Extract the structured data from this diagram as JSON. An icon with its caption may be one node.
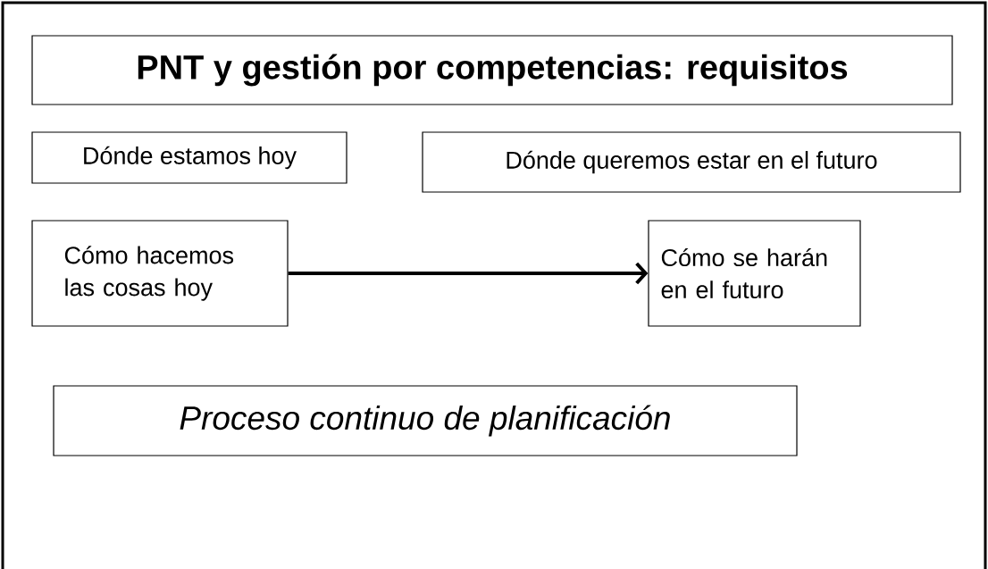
{
  "diagram": {
    "title": "PNT y gestión por competencias: requisitos",
    "nodes": [
      {
        "text": [
          "Dónde estamos hoy"
        ]
      },
      {
        "text": [
          "Dónde queremos estar en el futuro"
        ]
      },
      {
        "text": [
          "Cómo hacemos las cosas hoy"
        ]
      },
      {
        "text": [
          "Cómo se harán en el futuro"
        ]
      },
      {
        "text": [
          "Proceso continuo de planificación"
        ]
      }
    ],
    "edges": [
      {
        "from": 2,
        "to": 3,
        "arrow": "to"
      }
    ]
  }
}
